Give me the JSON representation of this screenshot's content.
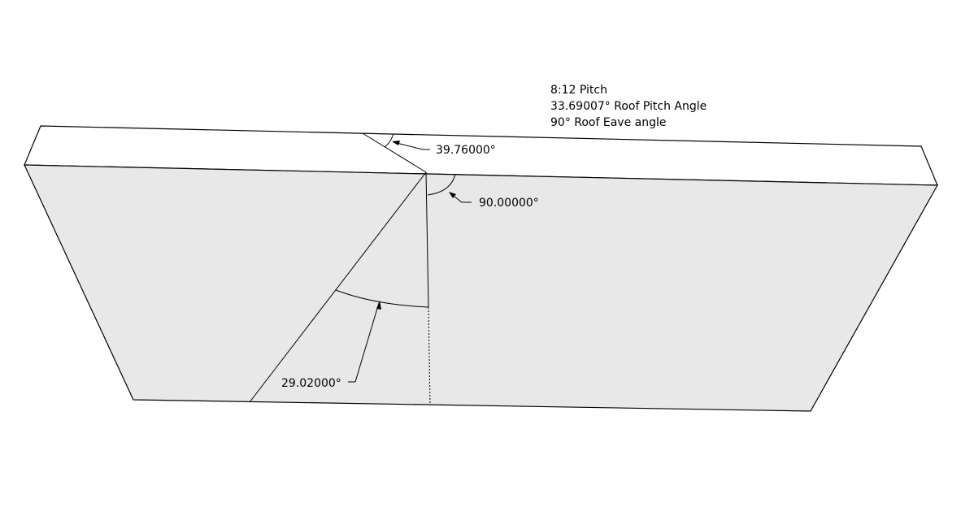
{
  "notes": {
    "pitch": "8:12 Pitch",
    "pitch_angle": "33.69007° Roof Pitch Angle",
    "eave_angle": "90° Roof Eave angle"
  },
  "dimensions": {
    "top_angle": "39.76000°",
    "eave_corner_angle": "90.00000°",
    "cut_angle": "29.02000°"
  },
  "colors": {
    "face_fill": "#e8e8e8",
    "top_fill": "#ffffff",
    "edge": "#000000"
  }
}
